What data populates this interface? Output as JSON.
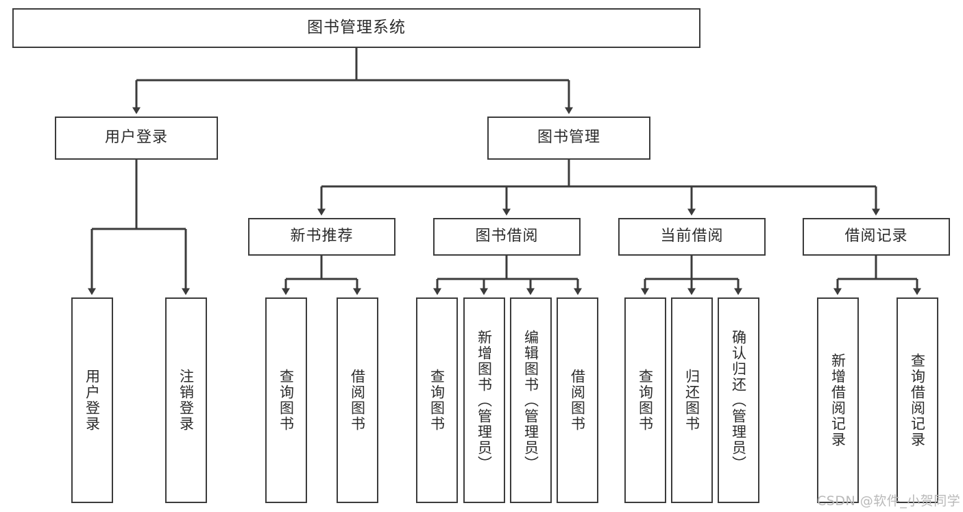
{
  "diagram": {
    "title": "图书管理系统",
    "type": "tree-hierarchy",
    "watermark": "CSDN @软件_小贺同学",
    "colors": {
      "box_border": "#3b3b3b",
      "box_fill": "#ffffff",
      "connector": "#3b3b3b",
      "text": "#2b2b2b",
      "watermark": "#b9b9b9",
      "background": "#ffffff"
    }
  },
  "nodes": {
    "root": {
      "label": "图书管理系统"
    },
    "level2": [
      {
        "id": "user-login",
        "label": "用户登录"
      },
      {
        "id": "book-manage",
        "label": "图书管理"
      }
    ],
    "level3": [
      {
        "id": "new-book-rec",
        "label": "新书推荐"
      },
      {
        "id": "book-borrow",
        "label": "图书借阅"
      },
      {
        "id": "current-borrow",
        "label": "当前借阅"
      },
      {
        "id": "borrow-record",
        "label": "借阅记录"
      }
    ],
    "leaves": {
      "user_login": [
        {
          "id": "leaf-user-login",
          "label": "用户登录"
        },
        {
          "id": "leaf-logout-login",
          "label": "注销登录"
        }
      ],
      "new_book_rec": [
        {
          "id": "leaf-query-book-1",
          "label": "查询图书"
        },
        {
          "id": "leaf-borrow-book-1",
          "label": "借阅图书"
        }
      ],
      "book_borrow": [
        {
          "id": "leaf-query-book-2",
          "label": "查询图书"
        },
        {
          "id": "leaf-add-book",
          "label": "新增图书（管理员）"
        },
        {
          "id": "leaf-edit-book",
          "label": "编辑图书（管理员）"
        },
        {
          "id": "leaf-borrow-book-2",
          "label": "借阅图书"
        }
      ],
      "current_borrow": [
        {
          "id": "leaf-query-book-3",
          "label": "查询图书"
        },
        {
          "id": "leaf-return-book",
          "label": "归还图书"
        },
        {
          "id": "leaf-confirm-return",
          "label": "确认归还（管理员）"
        }
      ],
      "borrow_record": [
        {
          "id": "leaf-add-record",
          "label": "新增借阅记录"
        },
        {
          "id": "leaf-query-record",
          "label": "查询借阅记录"
        }
      ]
    }
  }
}
